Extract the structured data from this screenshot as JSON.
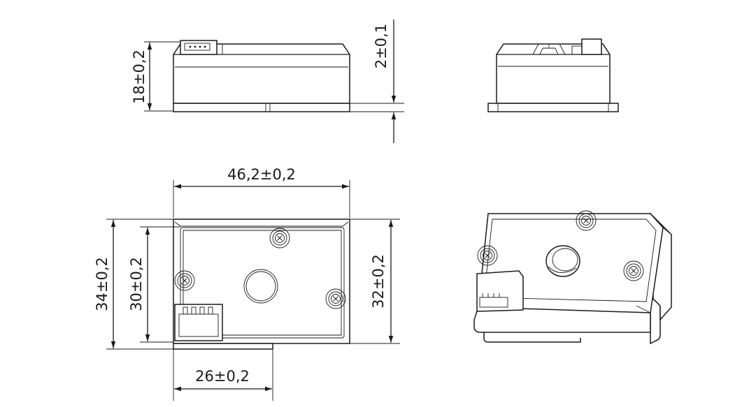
{
  "dimensions": {
    "height_top": "18±0,2",
    "step": "2±0,1",
    "width": "46,2±0,2",
    "height_outer": "34±0,2",
    "height_inner": "30±0,2",
    "height_right": "32±0,2",
    "connector_offset": "26±0,2"
  },
  "colors": {
    "line": "#1a1a1a",
    "background": "#ffffff"
  },
  "icons": {
    "screw": "phillips-screw-icon",
    "arrow": "arrowhead"
  }
}
